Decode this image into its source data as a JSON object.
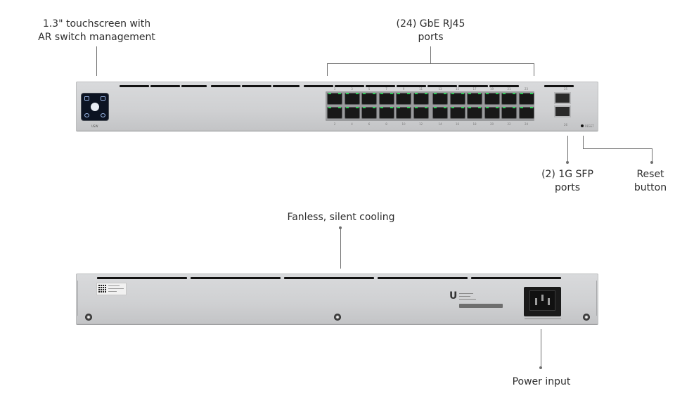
{
  "callouts": {
    "touchscreen": "1.3\" touchscreen with\nAR switch management",
    "rj45": "(24) GbE RJ45\nports",
    "sfp": "(2) 1G SFP\nports",
    "reset": "Reset\nbutton",
    "cooling": "Fanless, silent cooling",
    "power": "Power input"
  },
  "front_panel": {
    "model_label": "USW",
    "top_port_numbers": [
      "1",
      "3",
      "5",
      "7",
      "9",
      "11",
      "13",
      "15",
      "17",
      "19",
      "21",
      "23"
    ],
    "bottom_port_numbers": [
      "2",
      "4",
      "6",
      "8",
      "10",
      "12",
      "14",
      "16",
      "18",
      "20",
      "22",
      "24"
    ],
    "sfp_top_number": "25",
    "sfp_bottom_number": "26",
    "reset_text": "RESET",
    "led_color": "#2ed45a"
  },
  "rear_panel": {
    "logo_icon": "ubiquiti-u-logo",
    "power_socket": "iec-c14-inlet"
  },
  "colors": {
    "chassis": "#cfd0d2",
    "vent": "#121212",
    "port": "#181818",
    "leader_line": "#6f6f6f"
  }
}
